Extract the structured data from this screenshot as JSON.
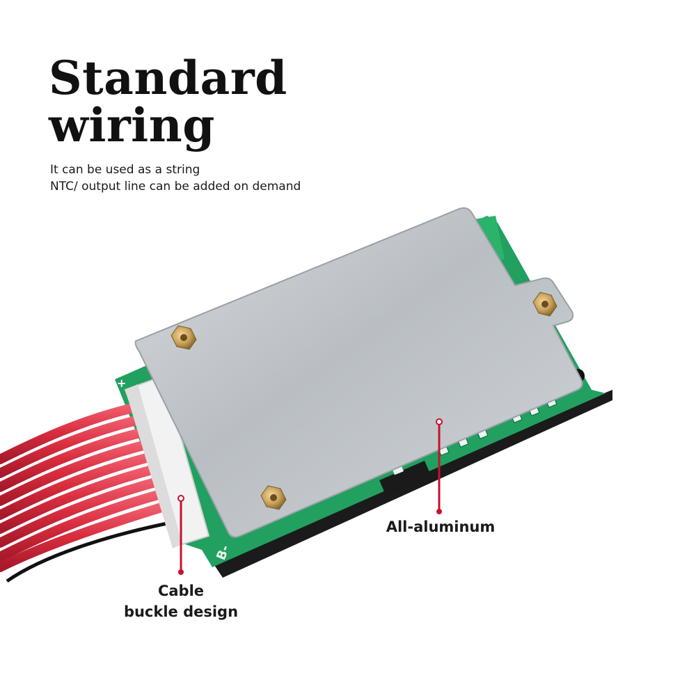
{
  "header": {
    "title_line1": "Standard",
    "title_line2": "wiring",
    "subtitle_line1": "It can be used as a string",
    "subtitle_line2": "NTC/ output line can be added on demand"
  },
  "callouts": {
    "aluminum": "All-aluminum",
    "cable_line1": "Cable",
    "cable_line2": "buckle design"
  },
  "board_markings": {
    "plus": "+",
    "b_minus": "B-",
    "b_side": "B-"
  },
  "colors": {
    "accent_red": "#c8102e",
    "wire_red": "#e23a4a",
    "pcb_green": "#1f9a5a",
    "aluminum": "#c4c8cc"
  }
}
